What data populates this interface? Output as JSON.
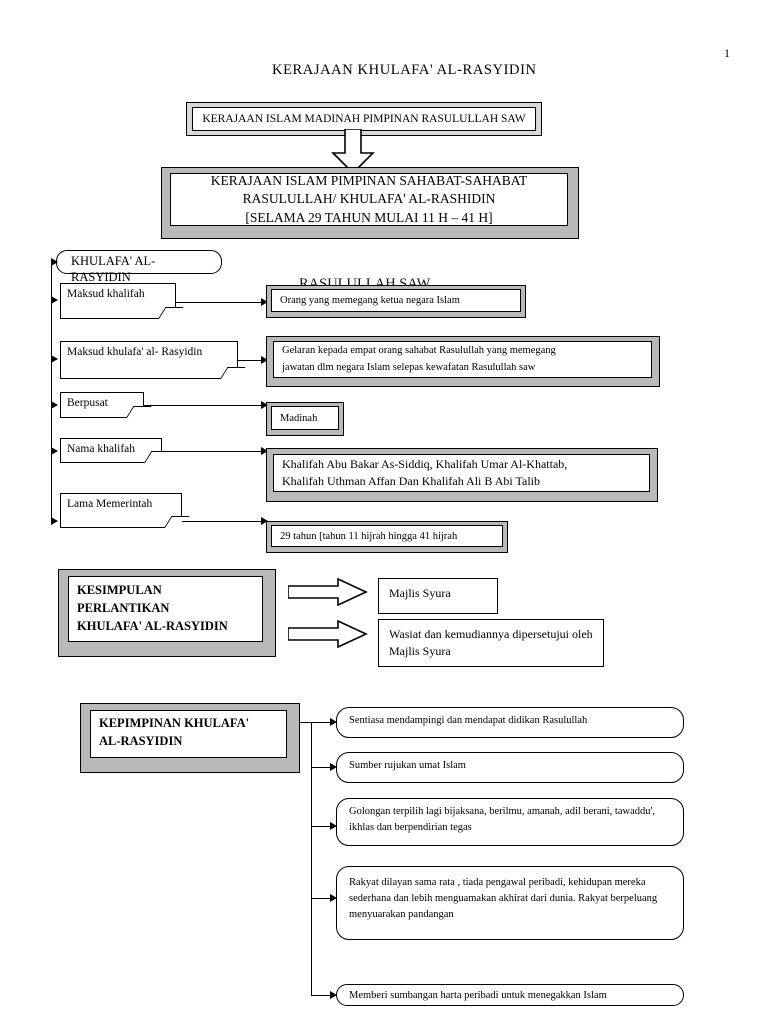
{
  "page": {
    "number": "1",
    "title": "KERAJAAN KHULAFA' AL-RASYIDIN"
  },
  "top_chain": {
    "box1": "KERAJAAN ISLAM MADINAH PIMPINAN RASULULLAH SAW",
    "box2_line1": "KERAJAAN ISLAM  PIMPINAN  SAHABAT-SAHABAT",
    "box2_line2": "RASULULLAH/ KHULAFA' AL-RASHIDIN",
    "box2_line3": "[SELAMA 29 TAHUN MULAI 11 H – 41 H]"
  },
  "root": {
    "label_line1": "KHULAFA' AL-",
    "label_line2": "RASYIDIN"
  },
  "stray_text": "RASULULLAH SAW",
  "attributes": [
    {
      "key": "Maksud khalifah",
      "value": "Orang yang memegang ketua negara Islam"
    },
    {
      "key": "Maksud khulafa' al- Rasyidin",
      "value_line1": "Gelaran kepada empat orang sahabat Rasulullah yang memegang",
      "value_line2": "jawatan dlm negara Islam selepas kewafatan Rasulullah saw"
    },
    {
      "key": "Berpusat",
      "value": "Madinah"
    },
    {
      "key": "Nama khalifah",
      "value_line1": "Khalifah Abu Bakar As-Siddiq, Khalifah Umar Al-Khattab,",
      "value_line2": "Khalifah Uthman Affan Dan Khalifah Ali B Abi Talib"
    },
    {
      "key": "Lama Memerintah",
      "value": "29 tahun [tahun 11  hijrah hingga 41  hijrah"
    }
  ],
  "kesimpulan": {
    "title_line1": "KESIMPULAN",
    "title_line2": "PERLANTIKAN",
    "title_line3": "KHULAFA' AL-RASYIDIN",
    "items": [
      "Majlis Syura",
      "Wasiat dan kemudiannya dipersetujui oleh Majlis Syura"
    ]
  },
  "kepimpinan": {
    "title_line1": "KEPIMPINAN KHULAFA'",
    "title_line2": "AL-RASYIDIN",
    "items": [
      "Sentiasa mendampingi dan mendapat didikan Rasulullah",
      "Sumber rujukan umat Islam",
      "Golongan terpilih lagi bijaksana, berilmu, amanah, adil berani, tawaddu', ikhlas dan berpendirian tegas",
      "Rakyat dilayan sama rata , tiada pengawal peribadi, kehidupan mereka sederhana dan lebih menguamakan akhirat dari dunia. Rakyat berpeluang menyuarakan pandangan",
      "Memberi sumbangan harta peribadi untuk menegakkan Islam"
    ]
  },
  "colors": {
    "bevel_shadow": "#b9b9b9",
    "line": "#000000",
    "paper": "#ffffff"
  }
}
